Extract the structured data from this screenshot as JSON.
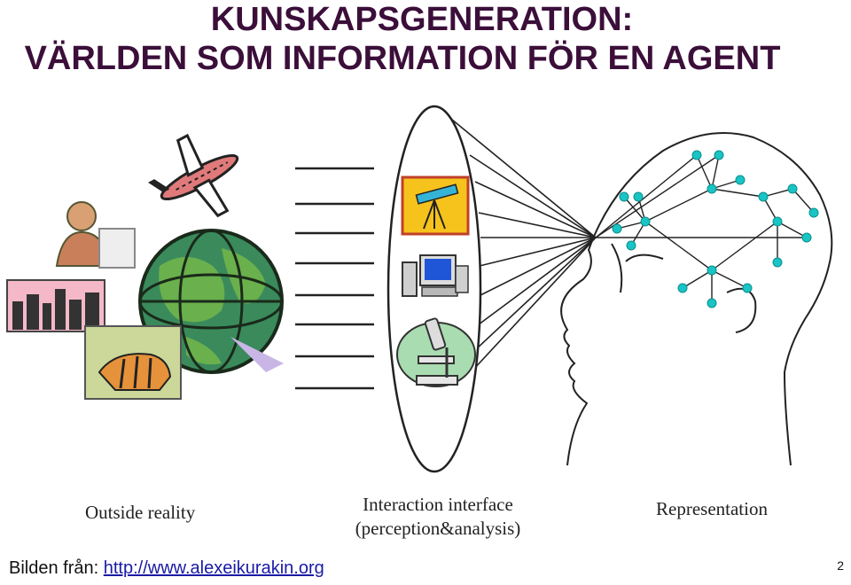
{
  "title": {
    "line1": "KUNSKAPSGENERATION:",
    "line2": "VÄRLDEN  SOM INFORMATION FÖR EN AGENT"
  },
  "captions": {
    "outside": "Outside reality",
    "interface_line1": "Interaction interface",
    "interface_line2": "(perception&analysis)",
    "representation": "Representation"
  },
  "footer": {
    "source_label": "Bilden från:",
    "source_link": "http://www.alexeikurakin.org"
  },
  "page_number": "2",
  "icons": [
    "airplane-icon",
    "businessman-icon",
    "city-icon",
    "globe-icon",
    "tiger-icon",
    "telescope-icon",
    "computer-icon",
    "microscope-icon",
    "head-icon"
  ],
  "colors": {
    "title": "#3b0f3a",
    "node": "#19c4c4",
    "link": "#1a1aa6"
  }
}
